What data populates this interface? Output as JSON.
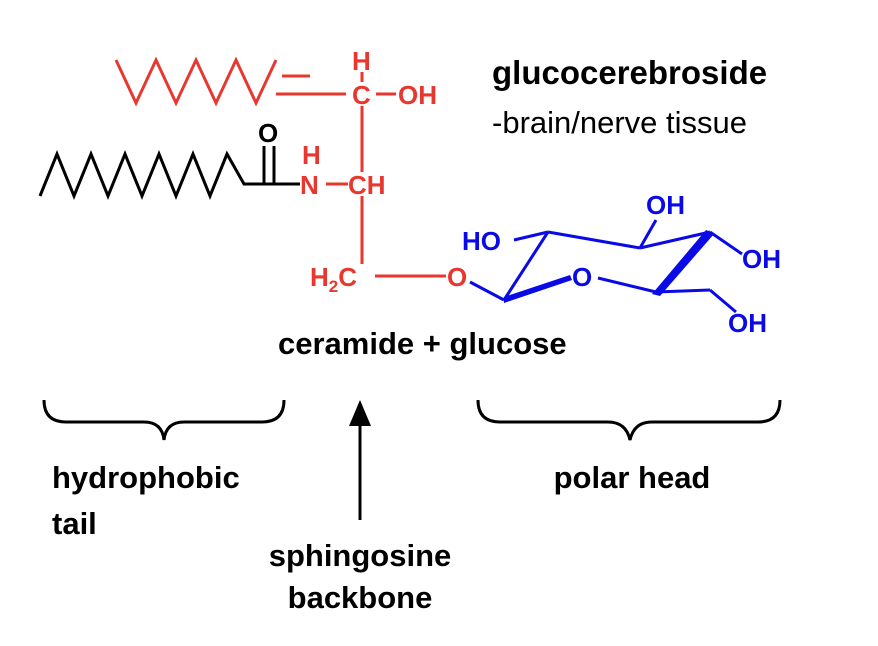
{
  "title": "glucocerebroside",
  "subtitle": "-brain/nerve tissue",
  "molecule_caption": "ceramide + glucose",
  "regions": {
    "tail_line1": "hydrophobic",
    "tail_line2": "tail",
    "backbone_line1": "sphingosine",
    "backbone_line2": "backbone",
    "head": "polar head"
  },
  "atoms": {
    "h_top": "H",
    "c_top": "C",
    "oh_top": "OH",
    "carbonyl_o": "O",
    "amide_h": "H",
    "n": "N",
    "ch": "CH",
    "h2c_h": "H",
    "h2c_2": "2",
    "h2c_c": "C",
    "glyco_o": "O",
    "ho_left": "HO",
    "ring_o": "O",
    "oh_upper": "OH",
    "oh_right": "OH",
    "oh_ch2": "OH"
  },
  "colors": {
    "sphingosine": "#e8372f",
    "fatty_acid": "#000000",
    "glucose": "#0a0ae6"
  }
}
